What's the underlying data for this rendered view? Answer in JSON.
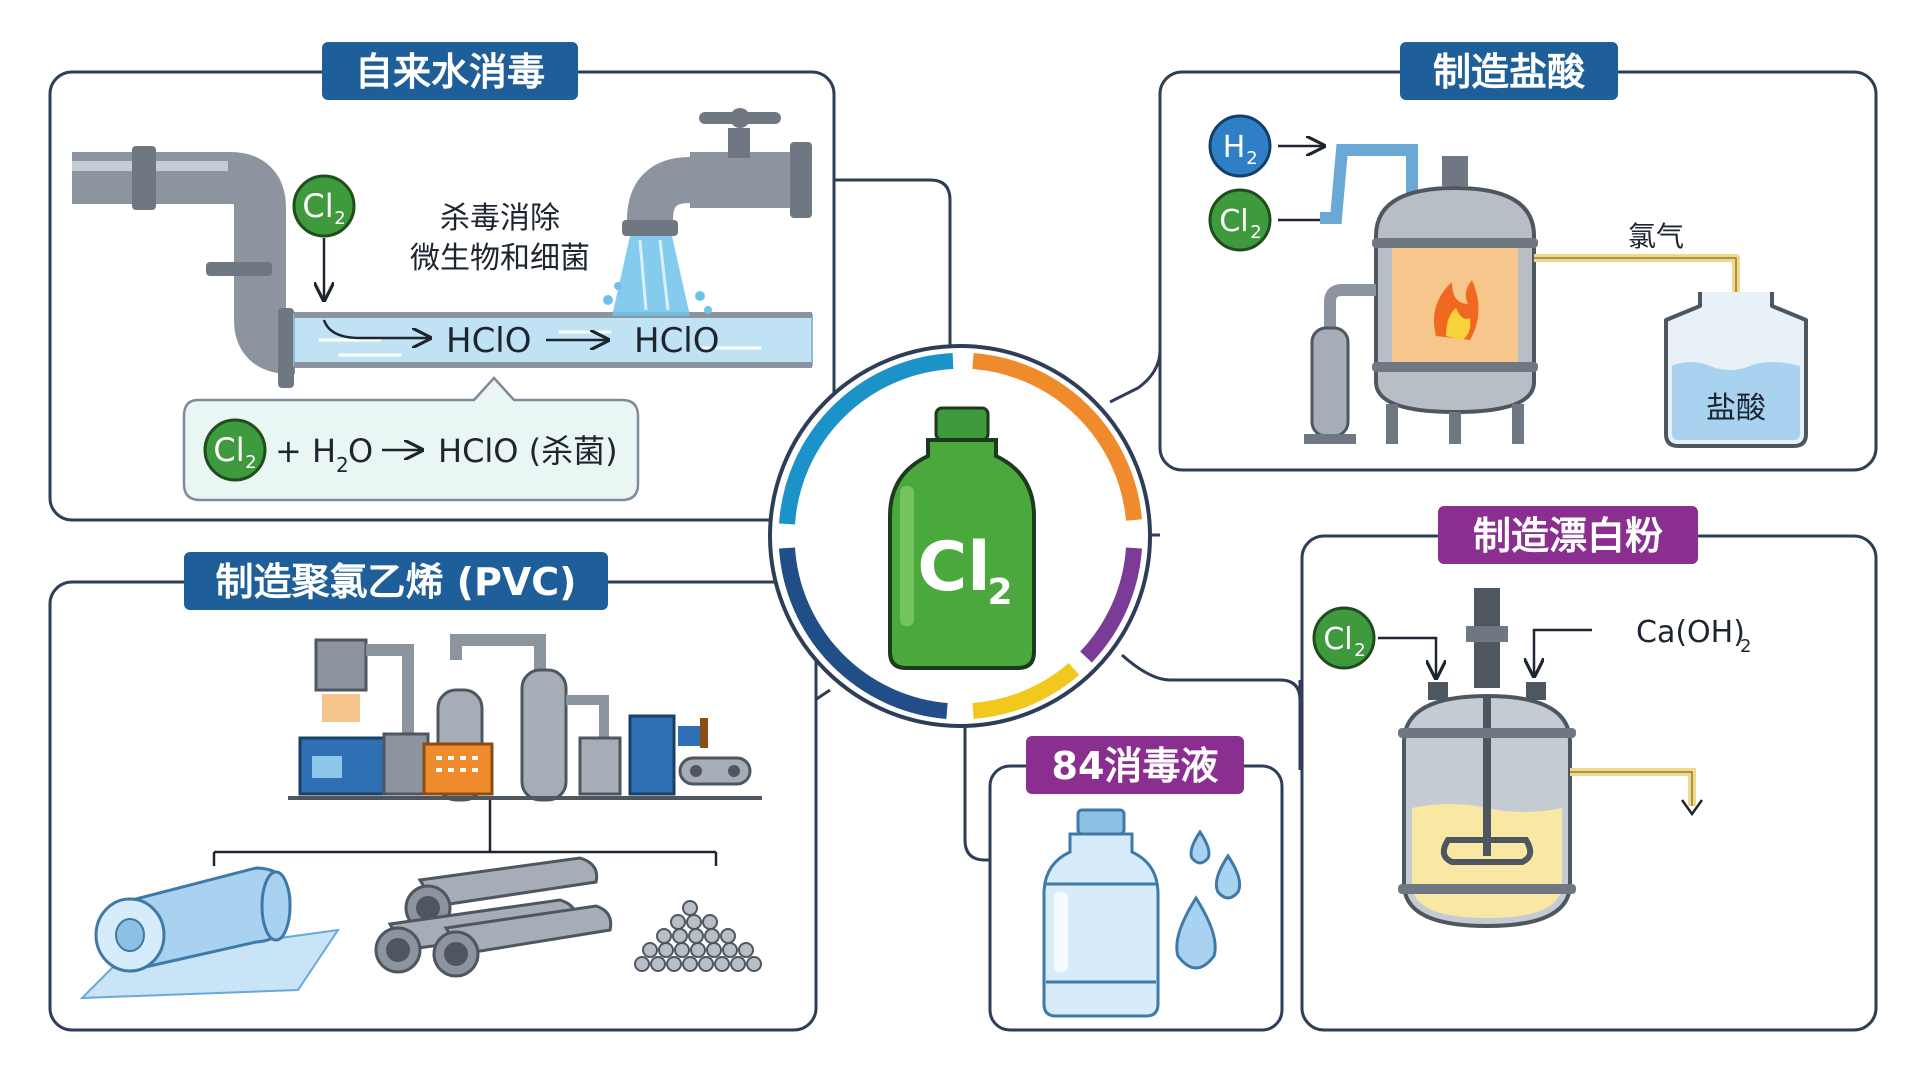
{
  "center": {
    "formula": "Cl",
    "formula_sub": "2"
  },
  "colors": {
    "blue_title": "#1f5f99",
    "purple_title": "#8a2f8f",
    "frame": "#2f3e57",
    "ring_blue": "#1b93c9",
    "ring_orange": "#ef8a2d",
    "ring_purple": "#7b3c97",
    "ring_yellow": "#f2c81f",
    "ring_navy": "#214e86",
    "bottle_green": "#4aa83c"
  },
  "panels": {
    "water": {
      "title": "自来水消毒",
      "cl_label": "Cl",
      "cl_sub": "2",
      "note_line1": "杀毒消除",
      "note_line2": "微生物和细菌",
      "hclo_1": "HClO",
      "hclo_2": "HClO",
      "equation": {
        "cl": "Cl",
        "cl_sub": "2",
        "plus_h": "+ H",
        "h_sub": "2",
        "o": "O",
        "product": "HClO (杀菌)"
      }
    },
    "hcl": {
      "title": "制造盐酸",
      "h2_label": "H",
      "h2_sub": "2",
      "cl_label": "Cl",
      "cl_sub": "2",
      "gas_label": "氯气",
      "tank_label": "盐酸"
    },
    "pvc": {
      "title": "制造聚氯乙烯 (PVC)"
    },
    "bleach": {
      "title": "制造漂白粉",
      "cl_label": "Cl",
      "cl_sub": "2",
      "reagent": "Ca(OH)",
      "reagent_sub": "2"
    },
    "disinfectant": {
      "title": "84消毒液"
    }
  }
}
